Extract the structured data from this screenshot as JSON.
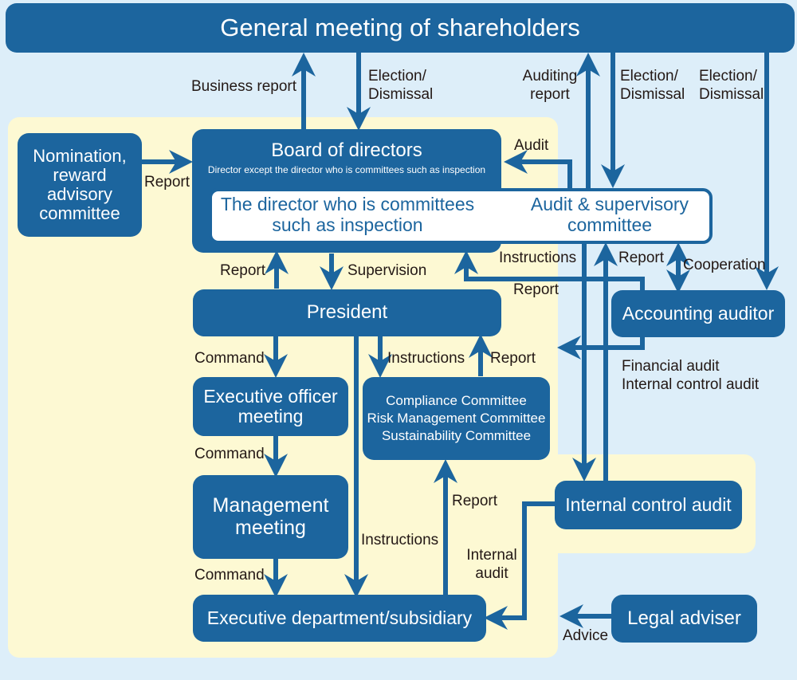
{
  "colors": {
    "background": "#ddeef9",
    "panel": "#fdf9d3",
    "box": "#1c659e",
    "box_text": "#ffffff",
    "label_text": "#231815"
  },
  "nodes": {
    "shareholders": "General meeting of shareholders",
    "nomination": [
      "Nomination,",
      "reward",
      "advisory",
      "committee"
    ],
    "board_title": "Board of directors",
    "board_sub": "Director except the director who is committees such as inspection",
    "inspection_directors": [
      "The director who is committees",
      "such as inspection"
    ],
    "audit_committee": [
      "Audit & supervisory",
      "committee"
    ],
    "president": "President",
    "exec_officer": [
      "Executive officer",
      "meeting"
    ],
    "management": [
      "Management",
      "meeting"
    ],
    "committees": [
      "Compliance Committee",
      "Risk Management Committee",
      "Sustainability Committee"
    ],
    "exec_dept": "Executive department/subsidiary",
    "accounting_auditor": "Accounting auditor",
    "internal_control": "Internal control audit",
    "legal_adviser": "Legal adviser"
  },
  "edge_labels": {
    "business_report": "Business report",
    "election1": [
      "Election/",
      "Dismissal"
    ],
    "auditing_report": [
      "Auditing",
      "report"
    ],
    "election2": [
      "Election/",
      "Dismissal"
    ],
    "election3": [
      "Election/",
      "Dismissal"
    ],
    "nomination_report": "Report",
    "audit": "Audit",
    "report_pres_board": "Report",
    "supervision": "Supervision",
    "instructions_ac": "Instructions",
    "report_ica": "Report",
    "report_acc": "Report",
    "cooperation": "Cooperation",
    "command1": "Command",
    "instructions_pres": "Instructions",
    "report_comm": "Report",
    "financial_audit": [
      "Financial audit",
      "Internal control audit"
    ],
    "command2": "Command",
    "report_exec_comm": "Report",
    "instructions_exec": "Instructions",
    "internal_audit": [
      "Internal",
      "audit"
    ],
    "command3": "Command",
    "advice": "Advice"
  }
}
